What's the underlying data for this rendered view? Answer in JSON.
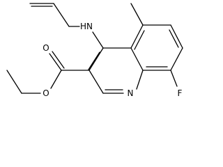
{
  "molecule": {
    "atoms": {
      "nh": "HN",
      "ring_n": "N",
      "fluoro": "F",
      "carbonyl_o": "O",
      "ester_o": "O"
    }
  }
}
